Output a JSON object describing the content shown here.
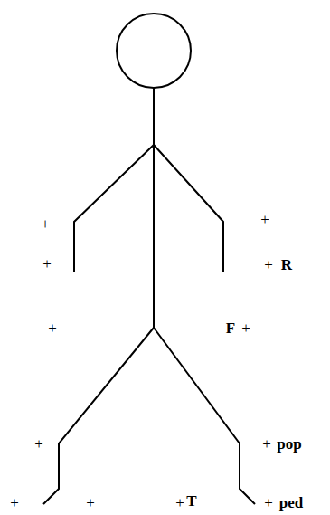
{
  "diagram": {
    "labels": [
      "+",
      "+",
      "+",
      "+",
      "R",
      "+",
      "F",
      "+",
      "+",
      "+",
      "pop",
      "+",
      "+",
      "+",
      "T",
      "+",
      "ped"
    ]
  }
}
